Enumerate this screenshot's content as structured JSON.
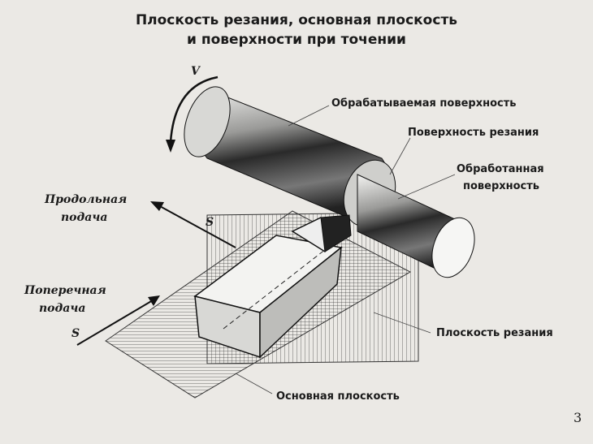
{
  "title": {
    "line1": "Плоскость резания, основная плоскость",
    "line2": "и поверхности при точении"
  },
  "labels": {
    "work_surface": "Обрабатываемая поверхность",
    "cutting_surface": "Поверхность резания",
    "machined_surface_1": "Обработанная",
    "machined_surface_2": "поверхность",
    "longitudinal_feed_1": "Продольная",
    "longitudinal_feed_2": "подача",
    "longitudinal_s": "S",
    "cross_feed_1": "Поперечная",
    "cross_feed_2": "подача",
    "cross_s": "S",
    "cutting_plane": "Плоскость резания",
    "base_plane": "Основная плоскость",
    "rotation_v": "V",
    "frame_number": "3"
  }
}
